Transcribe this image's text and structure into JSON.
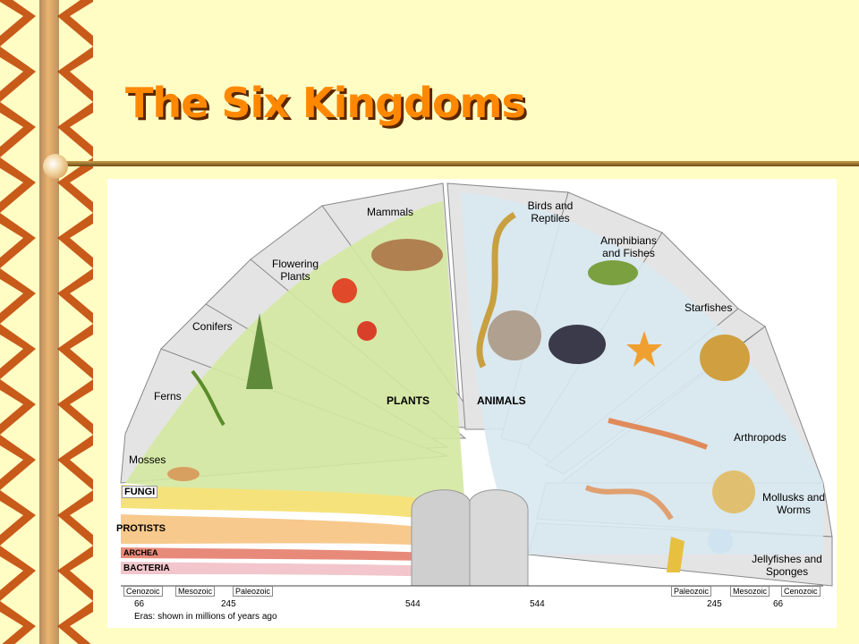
{
  "slide": {
    "title": "The Six Kingdoms"
  },
  "diagram": {
    "left_branches": [
      "Mammals",
      "Flowering Plants",
      "Conifers",
      "Ferns",
      "Mosses"
    ],
    "right_branches": [
      "Birds and Reptiles",
      "Amphibians and Fishes",
      "Starfishes",
      "Arthropods",
      "Mollusks and Worms",
      "Jellyfishes and Sponges"
    ],
    "kingdom_bands": [
      "FUNGI",
      "PROTISTS",
      "ARCHEA",
      "BACTERIA"
    ],
    "group_labels": {
      "plants": "PLANTS",
      "animals": "ANIMALS"
    },
    "era_boxes": {
      "left": [
        "Cenozoic",
        "Mesozoic",
        "Paleozoic"
      ],
      "right": [
        "Paleozoic",
        "Mesozoic",
        "Cenozoic"
      ]
    },
    "era_numbers": {
      "left": [
        "66",
        "245",
        "544"
      ],
      "right": [
        "544",
        "245",
        "66"
      ]
    },
    "caption": "Eras: shown in millions of years ago"
  },
  "colors": {
    "background": "#fffdc4",
    "title": "#ff8800",
    "title_shadow": "#5a2600",
    "frame_wood": "#c85a1a",
    "rule": "#8a6a2a",
    "plants_fill": "#d4e8a0",
    "animals_fill": "#d8e8f0",
    "fungi_band": "#f6e27a",
    "protists_band": "#f7c98c",
    "archea_band": "#e88a7a",
    "bacteria_band": "#f2c6cc",
    "wedge_gray": "#d9d9d9"
  }
}
